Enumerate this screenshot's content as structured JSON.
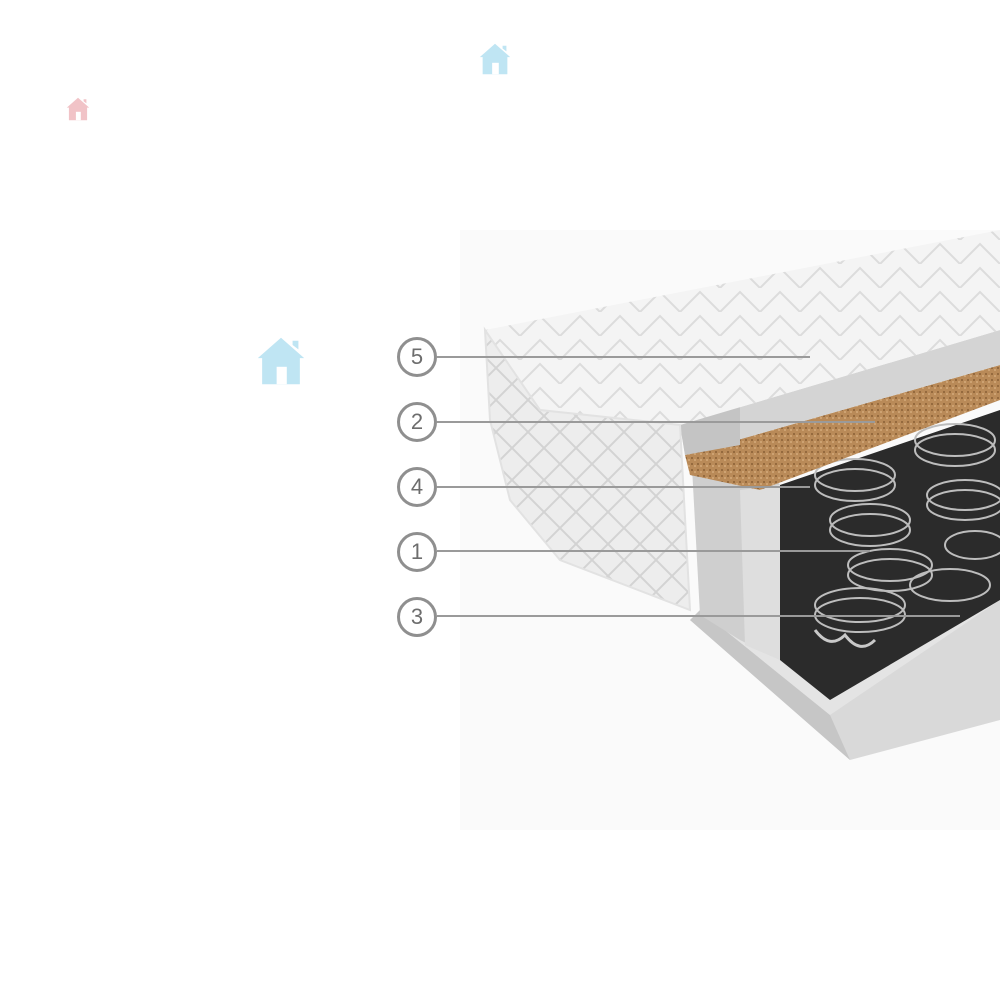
{
  "colors": {
    "background": "#ffffff",
    "house_blue": "#bfe5f3",
    "house_pink": "#f1c3c7",
    "marker_stroke": "#8f8f8f",
    "leader": "#9a9a9a"
  },
  "icons": [
    "house-icon",
    "house-icon",
    "house-icon"
  ],
  "layers": [
    {
      "label": "5"
    },
    {
      "label": "2"
    },
    {
      "label": "4"
    },
    {
      "label": "1"
    },
    {
      "label": "3"
    }
  ]
}
